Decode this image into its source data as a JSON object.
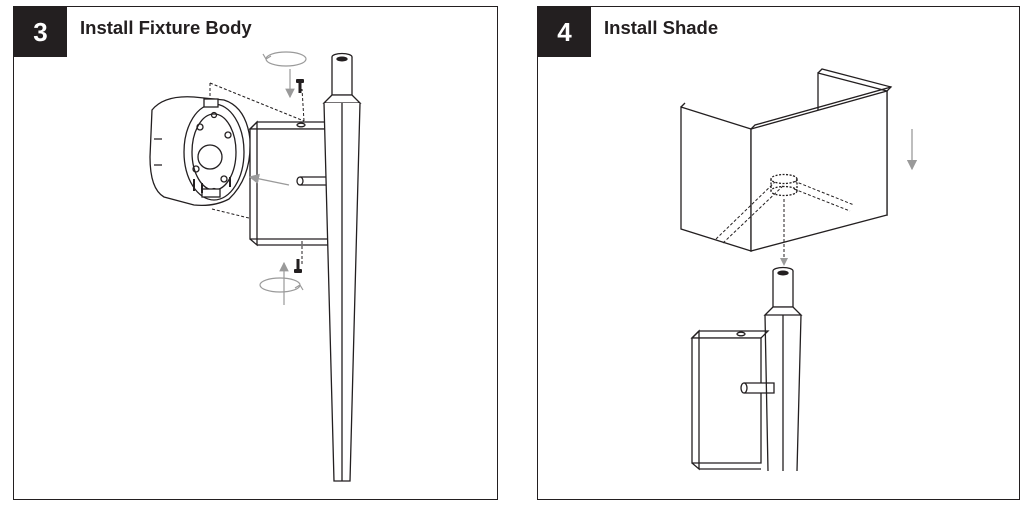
{
  "steps": [
    {
      "number": "3",
      "title": "Install Fixture Body"
    },
    {
      "number": "4",
      "title": "Install Shade"
    }
  ],
  "colors": {
    "ink": "#231f20",
    "arrow": "#9a9a9a",
    "badge_text": "#ffffff"
  },
  "icons": {
    "step3": [
      "junction-box-icon",
      "mounting-plate-icon",
      "screw-icon",
      "rotate-arrow-icon",
      "direction-arrow-icon",
      "fixture-stem-icon"
    ],
    "step4": [
      "shade-icon",
      "direction-arrow-icon",
      "fixture-stem-icon",
      "backplate-icon"
    ]
  }
}
